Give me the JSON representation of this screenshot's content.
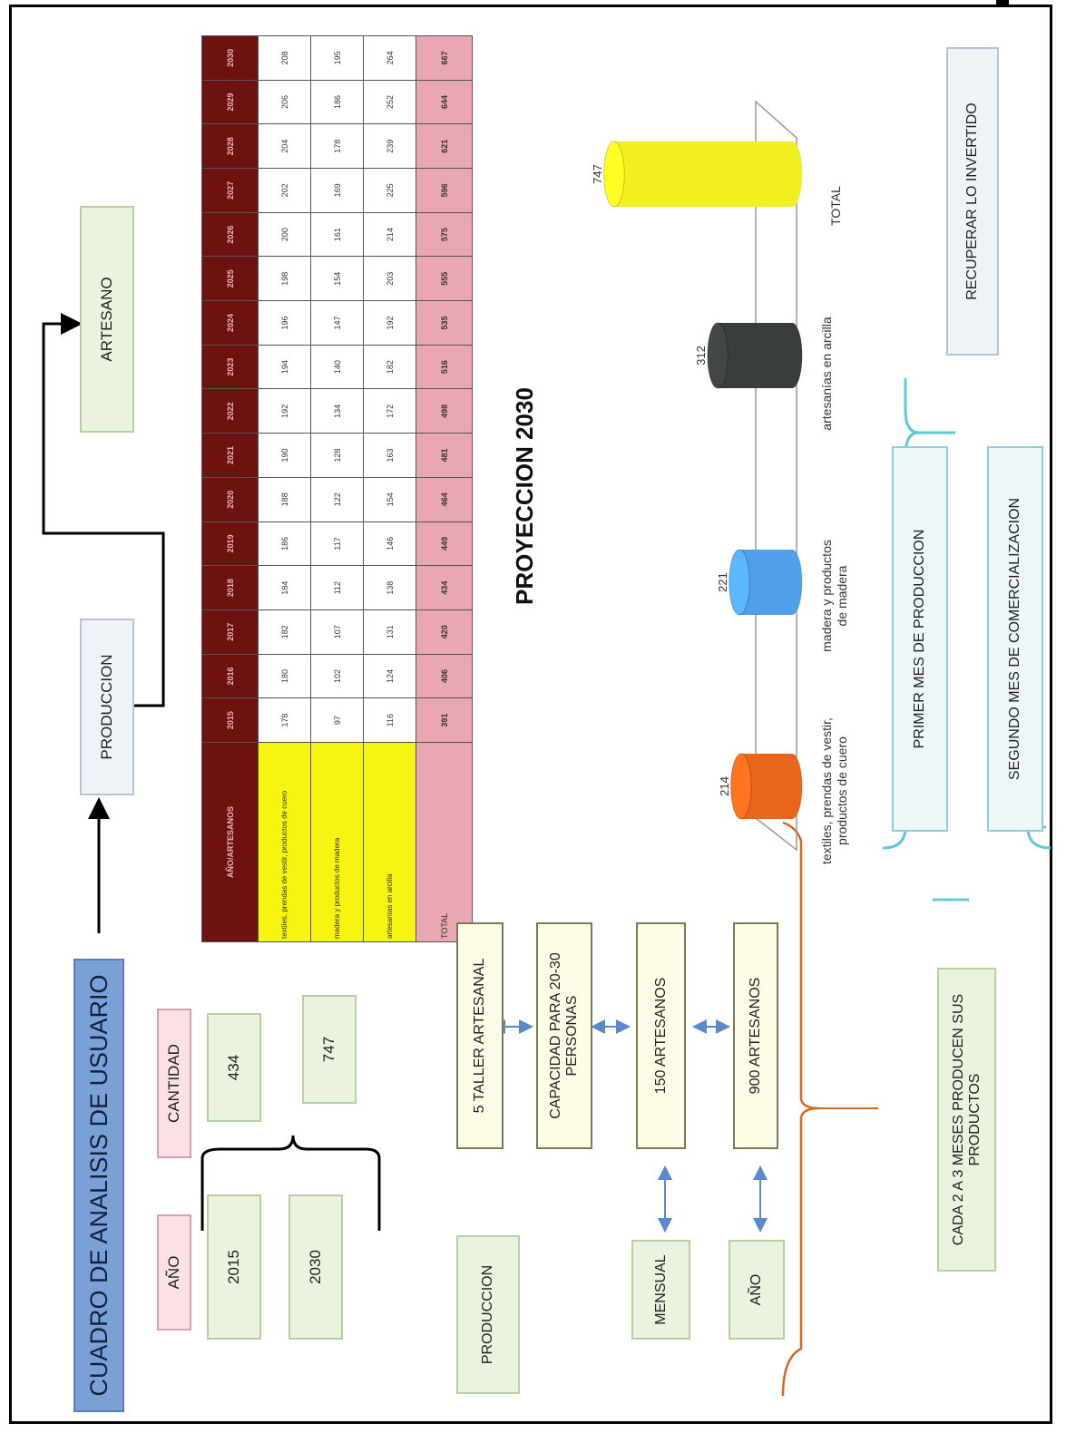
{
  "title": "CUADRO DE ANALISIS DE USUARIO",
  "flow": {
    "produccion": "PRODUCCION",
    "artesano": "ARTESANO"
  },
  "year_qty": {
    "year_header": "AÑO",
    "qty_header": "CANTIDAD",
    "rows": [
      {
        "year": "2015",
        "qty": "434"
      },
      {
        "year": "2030",
        "qty": "747"
      }
    ]
  },
  "table": {
    "header_label": "AÑO/ARTESANOS",
    "years": [
      "2015",
      "2016",
      "2017",
      "2018",
      "2019",
      "2020",
      "2021",
      "2022",
      "2023",
      "2024",
      "2025",
      "2026",
      "2027",
      "2028",
      "2029",
      "2030"
    ],
    "rows": [
      {
        "label": "textiles, prendas de vestir, productos de cuero",
        "values": [
          "178",
          "180",
          "182",
          "184",
          "186",
          "188",
          "190",
          "192",
          "194",
          "196",
          "198",
          "200",
          "202",
          "204",
          "206",
          "208"
        ]
      },
      {
        "label": "madera y productos de madera",
        "values": [
          "97",
          "102",
          "107",
          "112",
          "117",
          "122",
          "128",
          "134",
          "140",
          "147",
          "154",
          "161",
          "169",
          "178",
          "186",
          "195"
        ]
      },
      {
        "label": "artesanías en arcilla",
        "values": [
          "116",
          "124",
          "131",
          "138",
          "146",
          "154",
          "163",
          "172",
          "182",
          "192",
          "203",
          "214",
          "225",
          "239",
          "252",
          "264"
        ]
      }
    ],
    "total_label": "TOTAL",
    "totals": [
      "391",
      "406",
      "420",
      "434",
      "449",
      "464",
      "481",
      "498",
      "516",
      "535",
      "555",
      "575",
      "596",
      "621",
      "644",
      "667"
    ]
  },
  "projection_title": "PROYECCION 2030",
  "chart_data": {
    "type": "bar",
    "title": "PROYECCION 2030",
    "categories": [
      "textiles, prendas de vestir, productos de cuero",
      "madera y productos de madera",
      "artesanías en arcilla",
      "TOTAL"
    ],
    "values": [
      214,
      221,
      312,
      747
    ],
    "colors": [
      "#e8661c",
      "#4fa0e8",
      "#3a3d3d",
      "#f2ef20"
    ],
    "ylim": [
      0,
      800
    ],
    "xlabel": "",
    "ylabel": ""
  },
  "produccion": {
    "label": "PRODUCCION",
    "taller": "5 TALLER ARTESANAL",
    "capacidad": "CAPACIDAD PARA 20-30 PERSONAS",
    "mensual_value": "150 ARTESANOS",
    "anual_value": "900 ARTESANOS",
    "mensual": "MENSUAL",
    "anio": "AÑO"
  },
  "cycle": {
    "main": "CADA 2 A 3 MESES PRODUCEN SUS PRODUCTOS",
    "primer": "PRIMER MES DE PRODUCCION",
    "segundo": "SEGUNDO MES DE COMERCIALIZACION",
    "recuperar": "RECUPERAR LO INVERTIDO"
  }
}
